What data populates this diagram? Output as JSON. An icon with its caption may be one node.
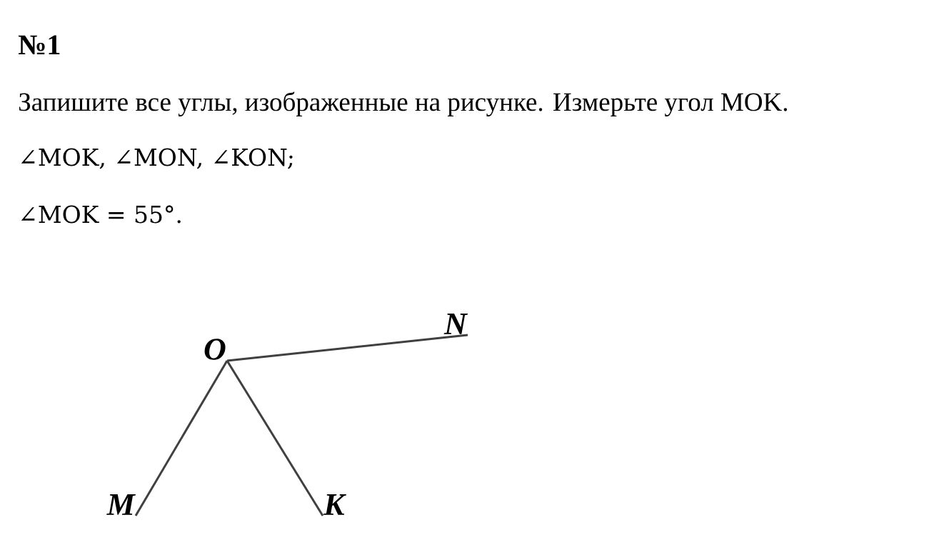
{
  "diagram": {
    "title": "№1",
    "nodes": [
      {
        "text": [
          "O"
        ]
      },
      {
        "text": [
          "N"
        ]
      },
      {
        "text": [
          "M"
        ]
      },
      {
        "text": [
          "K"
        ]
      }
    ],
    "edges": [
      {
        "from": 0,
        "to": 1,
        "arrow": "none"
      },
      {
        "from": 0,
        "to": 2,
        "arrow": "none"
      },
      {
        "from": 0,
        "to": 3,
        "arrow": "none"
      }
    ],
    "labels": [
      "Запишите все углы, изображенные на рисунке. Измерьте угол MOK.",
      "∠MOK, ∠MON, ∠KON;",
      "∠MOK = 55°."
    ]
  }
}
